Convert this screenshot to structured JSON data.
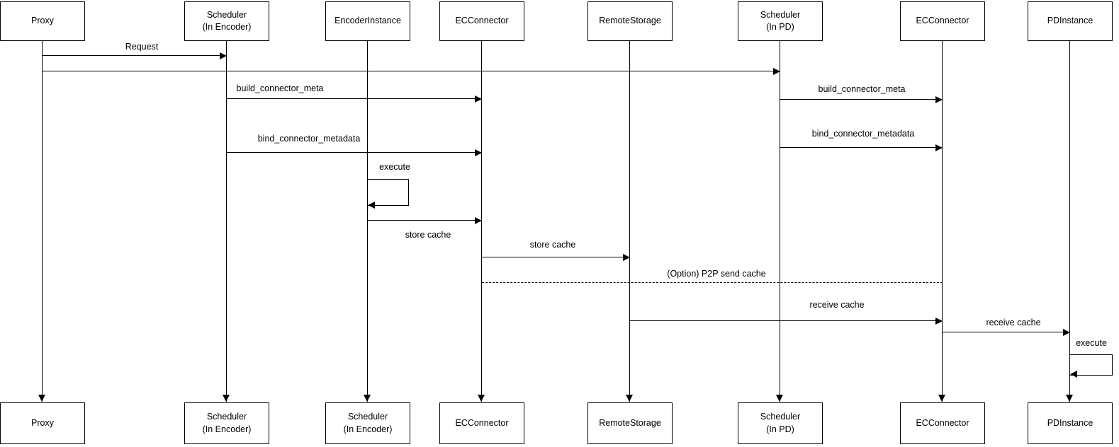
{
  "diagram": {
    "type": "sequence-diagram",
    "colors": {
      "background": "#ffffff",
      "line": "#000000",
      "text": "#000000",
      "box_fill": "#ffffff",
      "box_border": "#000000"
    },
    "actors": [
      {
        "id": "proxy",
        "top_label": "Proxy",
        "bottom_label": "Proxy"
      },
      {
        "id": "scheduler-encoder",
        "top_label": "Scheduler\n(In Encoder)",
        "bottom_label": "Scheduler\n(In Encoder)"
      },
      {
        "id": "encoder-instance",
        "top_label": "EncoderInstance",
        "bottom_label": "Scheduler\n(In Encoder)"
      },
      {
        "id": "ec-connector",
        "top_label": "ECConnector",
        "bottom_label": "ECConnector"
      },
      {
        "id": "remote-storage",
        "top_label": "RemoteStorage",
        "bottom_label": "RemoteStorage"
      },
      {
        "id": "scheduler-pd",
        "top_label": "Scheduler\n(In PD)",
        "bottom_label": "Scheduler\n(In PD)"
      },
      {
        "id": "ec-connector-2",
        "top_label": "ECConnector",
        "bottom_label": "ECConnector"
      },
      {
        "id": "pd-instance",
        "top_label": "PDInstance",
        "bottom_label": "PDInstance"
      }
    ],
    "messages": [
      {
        "label": "Request",
        "from": "proxy",
        "to": "scheduler-encoder",
        "style": "solid"
      },
      {
        "label": "",
        "from": "proxy",
        "to": "scheduler-pd",
        "style": "solid"
      },
      {
        "label": "build_connector_meta",
        "from": "scheduler-encoder",
        "to": "ec-connector",
        "style": "solid"
      },
      {
        "label": "build_connector_meta",
        "from": "scheduler-pd",
        "to": "ec-connector-2",
        "style": "solid"
      },
      {
        "label": "bind_connector_metadata",
        "from": "scheduler-encoder",
        "to": "ec-connector",
        "style": "solid"
      },
      {
        "label": "bind_connector_metadata",
        "from": "scheduler-pd",
        "to": "ec-connector-2",
        "style": "solid"
      },
      {
        "label": "execute",
        "from": "encoder-instance",
        "to": "encoder-instance",
        "style": "self"
      },
      {
        "label": "store cache",
        "from": "encoder-instance",
        "to": "ec-connector",
        "style": "solid"
      },
      {
        "label": "store cache",
        "from": "ec-connector",
        "to": "remote-storage",
        "style": "solid"
      },
      {
        "label": "(Option) P2P send cache",
        "from": "ec-connector",
        "to": "ec-connector-2",
        "style": "dashed"
      },
      {
        "label": "receive cache",
        "from": "remote-storage",
        "to": "ec-connector-2",
        "style": "solid"
      },
      {
        "label": "receive cache",
        "from": "ec-connector-2",
        "to": "pd-instance",
        "style": "solid"
      },
      {
        "label": "execute",
        "from": "pd-instance",
        "to": "pd-instance",
        "style": "self"
      }
    ]
  }
}
